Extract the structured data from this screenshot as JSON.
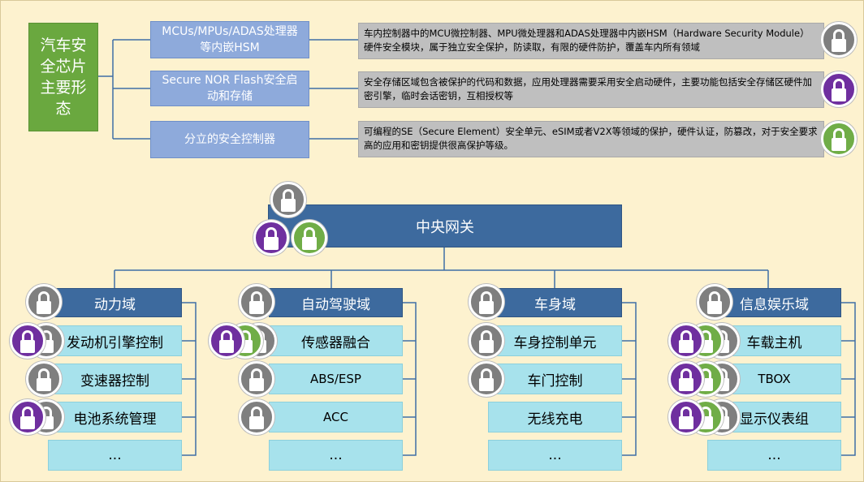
{
  "colors": {
    "background": "#fdf2cf",
    "chip_form": "#6aa83f",
    "chip_type": "#8eaadb",
    "description": "#bfbfbf",
    "gateway": "#3d6a9e",
    "domain": "#3d6a9e",
    "item": "#a7e2ec",
    "lock_gray": "#7f7f7f",
    "lock_purple": "#6f2f9f",
    "lock_green": "#70ad47"
  },
  "top": {
    "title": "汽车安全芯片主要形态",
    "types": [
      {
        "label": "MCUs/MPUs/ADAS处理器等内嵌HSM",
        "desc": "车内控制器中的MCU微控制器、MPU微处理器和ADAS处理器中内嵌HSM（Hardware Security Module）硬件安全模块，属于独立安全保护，防读取，有限的硬件防护，覆盖车内所有领域",
        "lock": "gray-lock-icon"
      },
      {
        "label": "Secure NOR Flash安全启动和存储",
        "desc": "安全存储区域包含被保护的代码和数据，应用处理器需要采用安全启动硬件，主要功能包括安全存储区硬件加密引擎，临时会话密钥，互相授权等",
        "lock": "purple-lock-icon"
      },
      {
        "label": "分立的安全控制器",
        "desc": "可编程的SE（Secure Element）安全单元、eSIM或者V2X等领域的保护，硬件认证，防篡改，对于安全要求高的应用和密钥提供很高保护等级。",
        "lock": "green-lock-icon"
      }
    ]
  },
  "gateway": {
    "label": "中央网关"
  },
  "domains": [
    {
      "label": "动力域",
      "items": [
        "发动机引擎控制",
        "变速器控制",
        "电池系统管理",
        "..."
      ]
    },
    {
      "label": "自动驾驶域",
      "items": [
        "传感器融合",
        "ABS/ESP",
        "ACC",
        "..."
      ]
    },
    {
      "label": "车身域",
      "items": [
        "车身控制单元",
        "车门控制",
        "无线充电",
        "..."
      ]
    },
    {
      "label": "信息娱乐域",
      "items": [
        "车载主机",
        "TBOX",
        "显示仪表组",
        "..."
      ]
    }
  ]
}
